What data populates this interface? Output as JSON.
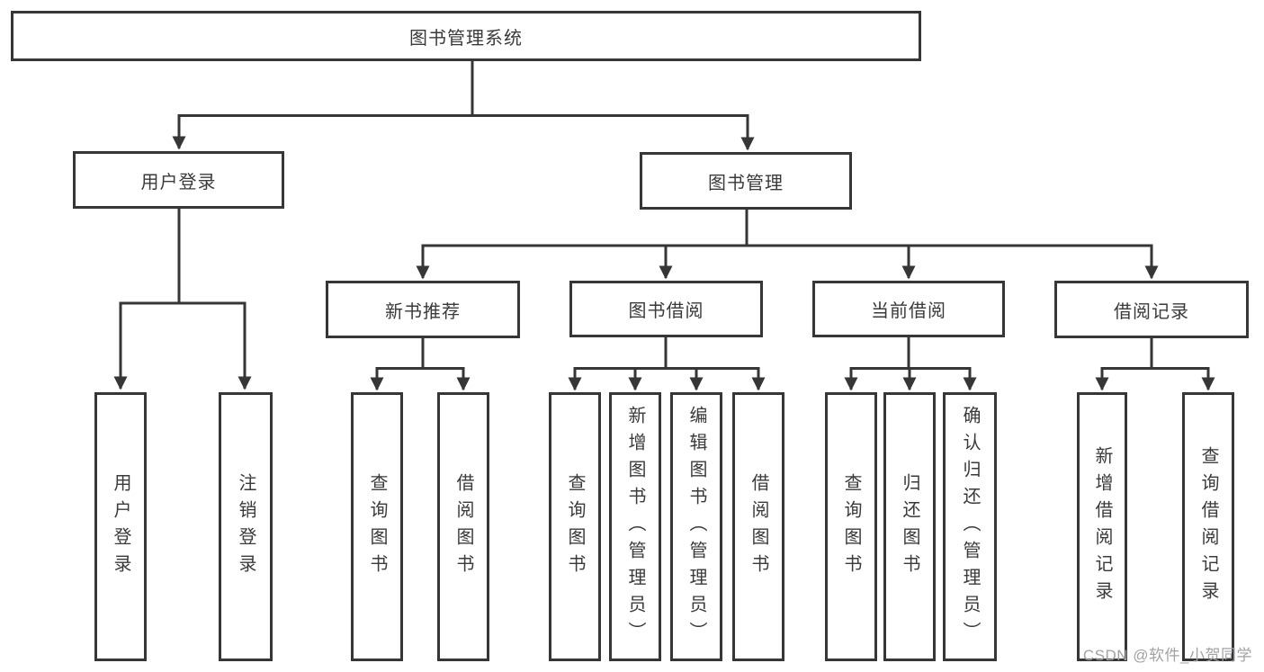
{
  "colors": {
    "line": "#363636",
    "box_border": "#363636",
    "box_background": "#ffffff",
    "text": "#3a3a3a",
    "watermark": "#a2a2a5"
  },
  "nodes": {
    "root": {
      "label": "图书管理系统"
    },
    "user_login": {
      "label": "用户登录"
    },
    "book_mgmt": {
      "label": "图书管理"
    },
    "new_book": {
      "label": "新书推荐"
    },
    "book_borrow": {
      "label": "图书借阅"
    },
    "current_borrow": {
      "label": "当前借阅"
    },
    "borrow_records": {
      "label": "借阅记录"
    },
    "leaf_user_login": {
      "label": "用户登录"
    },
    "leaf_logout": {
      "label": "注销登录"
    },
    "leaf_query_book_1": {
      "label": "查询图书"
    },
    "leaf_borrow_book_1": {
      "label": "借阅图书"
    },
    "leaf_query_book_2": {
      "label": "查询图书"
    },
    "leaf_add_book": {
      "label": "新增图书（管理员）"
    },
    "leaf_edit_book": {
      "label": "编辑图书（管理员）"
    },
    "leaf_borrow_book_2": {
      "label": "借阅图书"
    },
    "leaf_query_book_3": {
      "label": "查询图书"
    },
    "leaf_return_book": {
      "label": "归还图书"
    },
    "leaf_confirm_return": {
      "label": "确认归还（管理员）"
    },
    "leaf_add_record": {
      "label": "新增借阅记录"
    },
    "leaf_query_record": {
      "label": "查询借阅记录"
    }
  },
  "watermark": {
    "text": "CSDN @软件_小贺同学"
  }
}
